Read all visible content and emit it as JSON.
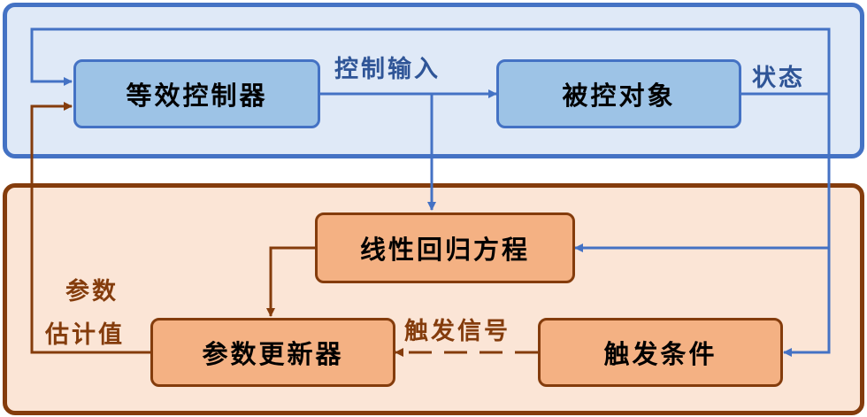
{
  "blocks": {
    "equivalent_controller": "等效控制器",
    "controlled_object": "被控对象",
    "linear_regression": "线性回归方程",
    "param_updater": "参数更新器",
    "trigger_condition": "触发条件"
  },
  "labels": {
    "control_input": "控制输入",
    "state": "状态",
    "trigger_signal": "触发信号",
    "param_estimate_line1": "参数",
    "param_estimate_line2": "估计值"
  },
  "colors": {
    "blue_stroke": "#4472c4",
    "blue_fill": "#9dc3e6",
    "blue_region": "#dfe9f7",
    "brown_stroke": "#843c0c",
    "orange_fill": "#f4b183",
    "orange_region": "#fbe5d6",
    "blue_text": "#2f5597"
  }
}
